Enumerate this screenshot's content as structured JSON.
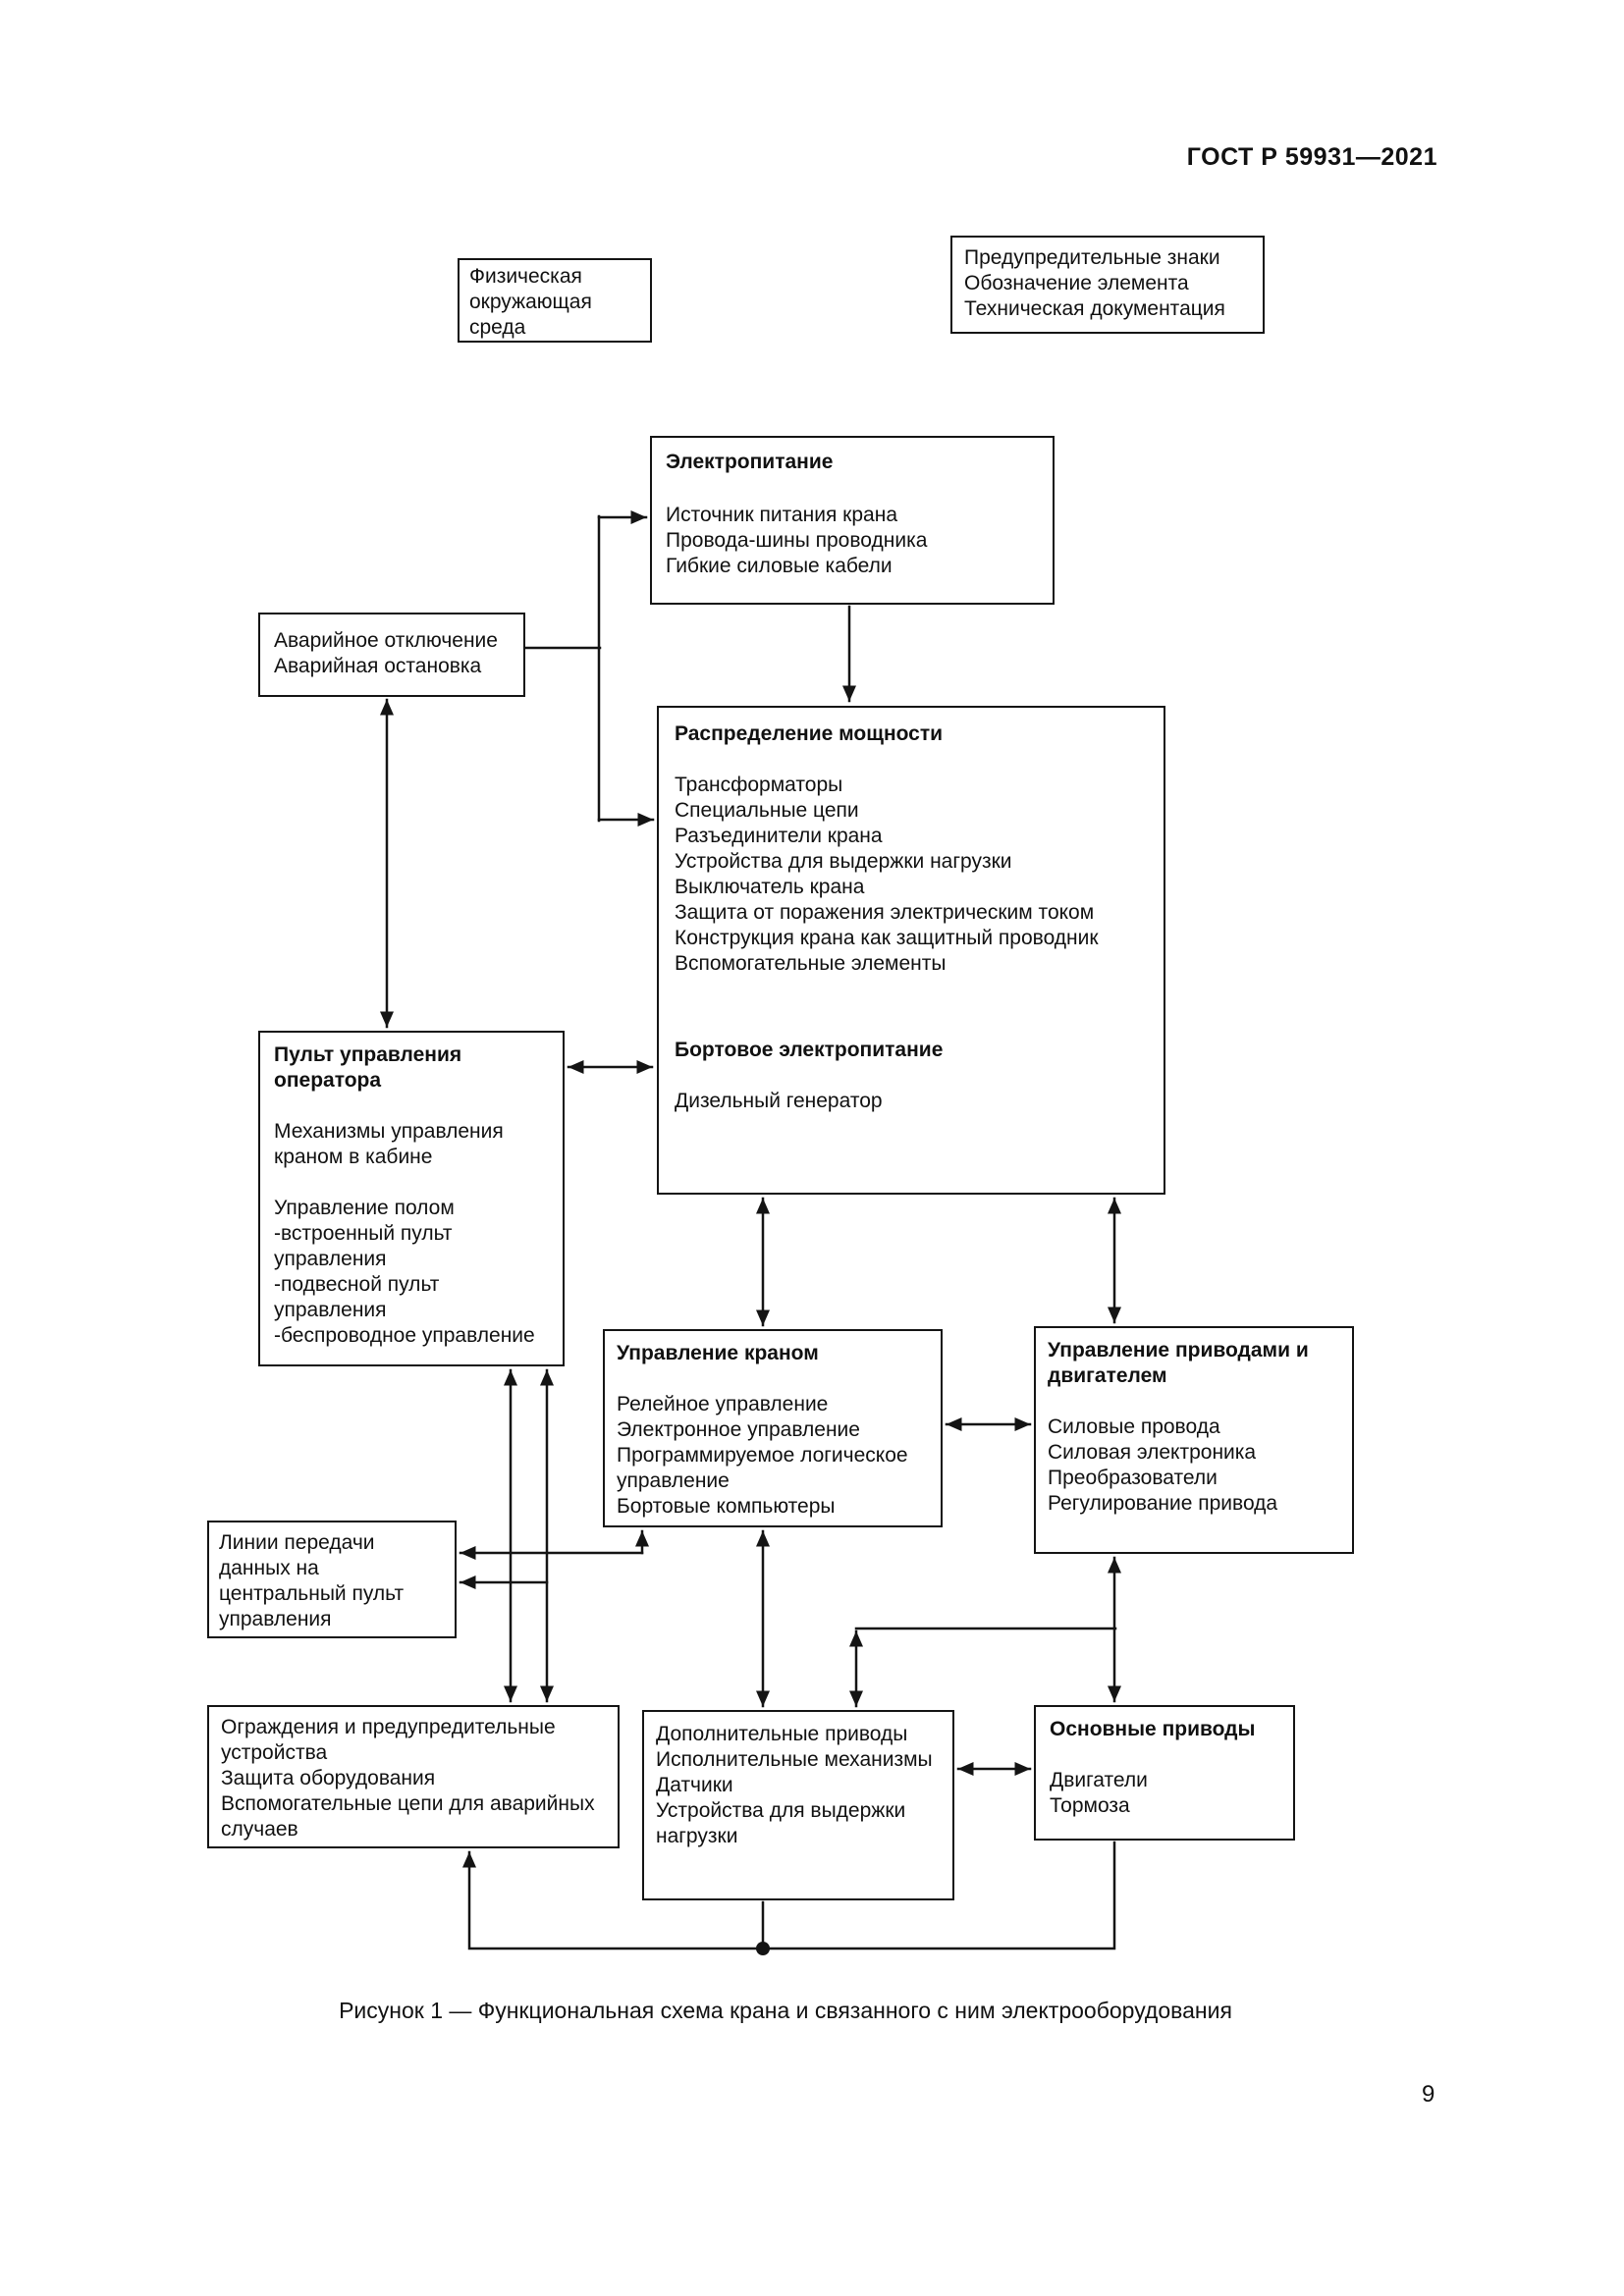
{
  "page": {
    "header": "ГОСТ Р 59931—2021",
    "caption": "Рисунок 1 — Функциональная схема крана и связанного с ним электрооборудования",
    "page_number": "9"
  },
  "boxes": {
    "physical_env": {
      "text": "Физическая окружающая среда"
    },
    "warning_docs": {
      "lines": [
        "Предупредительные знаки",
        "Обозначение элемента",
        "Техническая документация"
      ]
    },
    "power_supply": {
      "title": "Электропитание",
      "lines": [
        "Источник питания крана",
        "Провода-шины проводника",
        "Гибкие силовые кабели"
      ]
    },
    "emergency": {
      "lines": [
        "Аварийное отключение",
        "Аварийная остановка"
      ]
    },
    "distribution": {
      "title": "Распределение мощности",
      "lines": [
        "Трансформаторы",
        "Специальные цепи",
        "Разъединители крана",
        "Устройства для выдержки нагрузки",
        "Выключатель крана",
        "Защита от поражения электрическим током",
        "Конструкция крана как защитный проводник",
        "Вспомогательные элементы"
      ],
      "subtitle": "Бортовое электропитание",
      "subtitle_lines": [
        "Дизельный генератор"
      ]
    },
    "operator_console": {
      "title": "Пульт управления оператора",
      "para1": "Механизмы управления краном в кабине",
      "lines": [
        "Управление полом",
        "-встроенный пульт управления",
        "-подвесной пульт управления",
        "-беспроводное управление"
      ]
    },
    "crane_control": {
      "title": "Управление краном",
      "lines": [
        "Релейное управление",
        "Электронное управление",
        "Программируемое логическое управление",
        "Бортовые компьютеры"
      ]
    },
    "drive_motor_control": {
      "title": "Управление приводами и двигателем",
      "lines": [
        "Силовые провода",
        "Силовая электроника",
        "Преобразователи",
        "Регулирование привода"
      ]
    },
    "data_lines": {
      "text": "Линии передачи данных на центральный пульт управления"
    },
    "guards": {
      "lines": [
        "Ограждения и предупредительные устройства",
        "Защита оборудования",
        "Вспомогательные цепи для аварийных случаев"
      ]
    },
    "aux_drives": {
      "lines": [
        "Дополнительные приводы",
        "Исполнительные механизмы",
        "Датчики",
        "Устройства для выдержки нагрузки"
      ]
    },
    "main_drives": {
      "title": "Основные приводы",
      "lines": [
        "Двигатели",
        "Тормоза"
      ]
    }
  }
}
